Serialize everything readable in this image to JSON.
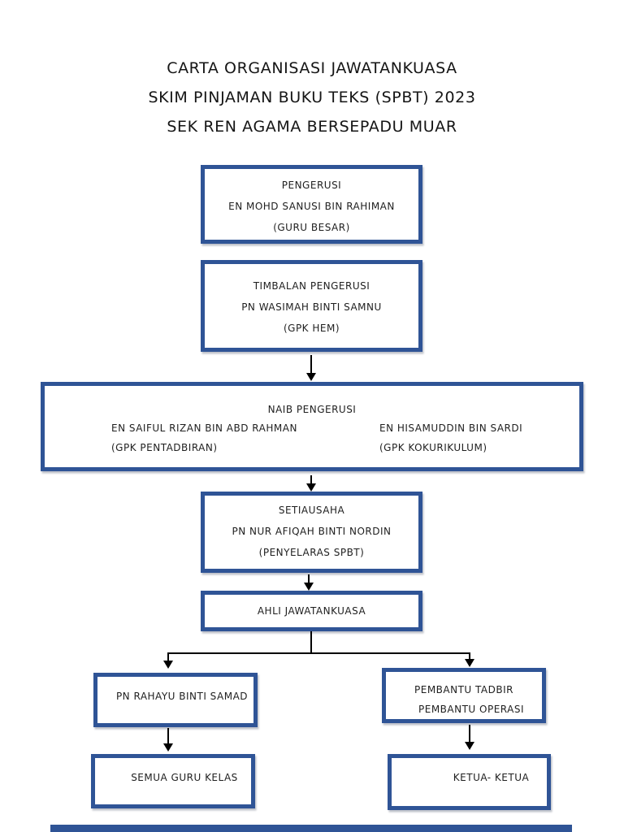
{
  "title": {
    "line1": "CARTA ORGANISASI JAWATANKUASA",
    "line2": "SKIM PINJAMAN BUKU TEKS (SPBT) 2023",
    "line3": "SEK REN AGAMA BERSEPADU MUAR"
  },
  "colors": {
    "box_border": "#2F5496",
    "arrow": "#000000",
    "text": "#1f1f1f"
  },
  "boxes": {
    "pengerusi": {
      "role": "PENGERUSI",
      "name": "EN MOHD SANUSI BIN RAHIMAN",
      "position": "(GURU BESAR)"
    },
    "timbalan": {
      "role": "TIMBALAN PENGERUSI",
      "name": "PN WASIMAH BINTI SAMNU",
      "position": "(GPK HEM)"
    },
    "naib": {
      "role": "NAIB PENGERUSI",
      "left_name": "EN SAIFUL RIZAN BIN ABD RAHMAN",
      "left_position": "(GPK  PENTADBIRAN)",
      "right_name": "EN HISAMUDDIN BIN SARDI",
      "right_position": "(GPK KOKURIKULUM)"
    },
    "setiausaha": {
      "role": "SETIAUSAHA",
      "name": "PN NUR AFIQAH BINTI NORDIN",
      "position": "(PENYELARAS SPBT)"
    },
    "ahli": {
      "label": "AHLI JAWATANKUASA"
    },
    "rahayu": {
      "label": "PN RAHAYU BINTI SAMAD"
    },
    "semua_guru": {
      "label": "SEMUA GURU KELAS"
    },
    "pembantu": {
      "line1": "PEMBANTU TADBIR",
      "line2": "PEMBANTU OPERASI"
    },
    "ketua": {
      "label": "KETUA- KETUA"
    }
  }
}
